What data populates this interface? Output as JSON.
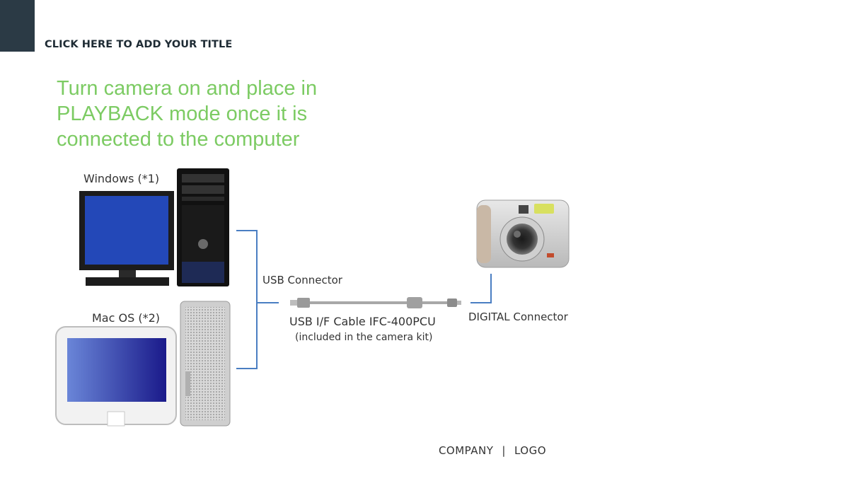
{
  "slide": {
    "title": "CLICK HERE TO ADD YOUR TITLE",
    "body_lines": [
      "Turn camera on and place in",
      "PLAYBACK mode once it is",
      "connected to the computer"
    ]
  },
  "diagram": {
    "windows_label": "Windows (*1)",
    "mac_label": "Mac OS (*2)",
    "usb_connector_label": "USB Connector",
    "cable_label": "USB I/F Cable IFC-400PCU",
    "cable_note": "(included in the camera kit)",
    "digital_connector_label": "DIGITAL Connector"
  },
  "footer": {
    "company": "COMPANY",
    "separator": "|",
    "logo": "LOGO"
  },
  "colors": {
    "accent_bar": "#2b3a45",
    "body_text": "#7ccb63",
    "connector_line": "#4a7ec2"
  }
}
